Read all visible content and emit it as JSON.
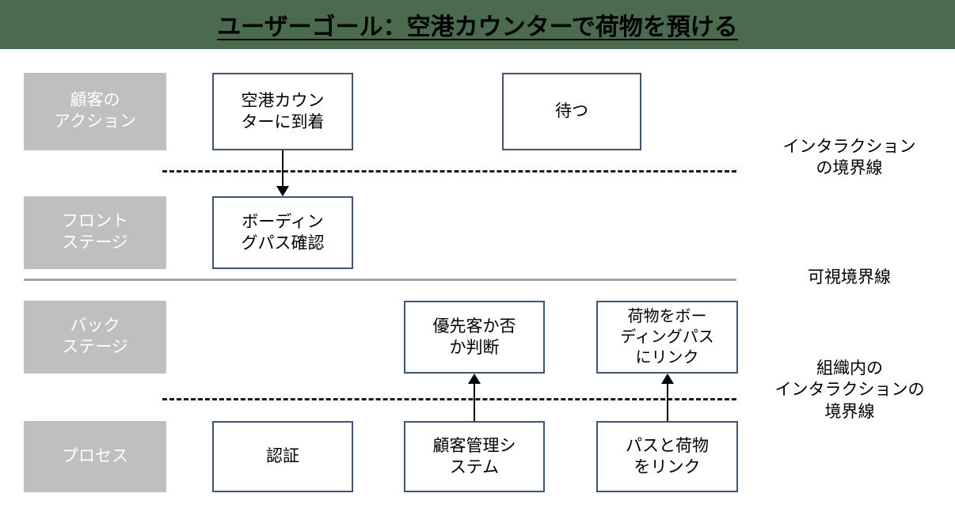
{
  "header": {
    "title": "ユーザーゴール：空港カウンターで荷物を預ける",
    "background_color": "#4a6b4e",
    "text_color": "#000000"
  },
  "theme": {
    "box_border_color": "#3f5573",
    "lane_label_color": "#bfbfbf",
    "lane_label_text_color": "#ffffff",
    "visibility_line_color": "#a6a6a6",
    "interaction_line_color": "#1a1a1a",
    "canvas_color": "#ffffff"
  },
  "lanes": [
    {
      "id": "customer-actions",
      "line1": "顧客の",
      "line2": "アクション"
    },
    {
      "id": "frontstage",
      "line1": "フロント",
      "line2": "ステージ"
    },
    {
      "id": "backstage",
      "line1": "バック",
      "line2": "ステージ"
    },
    {
      "id": "process",
      "line1": "プロセス",
      "line2": ""
    }
  ],
  "nodes": {
    "arrive_counter": {
      "line1": "空港カウン",
      "line2": "ターに到着",
      "line3": ""
    },
    "wait": {
      "line1": "待つ",
      "line2": "",
      "line3": ""
    },
    "check_boarding_pass": {
      "line1": "ボーディン",
      "line2": "グパス確認",
      "line3": ""
    },
    "priority_check": {
      "line1": "優先客か否",
      "line2": "か判断",
      "line3": ""
    },
    "link_bag_to_pass": {
      "line1": "荷物をボー",
      "line2": "ディングパス",
      "line3": "にリンク"
    },
    "authentication": {
      "line1": "認証",
      "line2": "",
      "line3": ""
    },
    "crm_system": {
      "line1": "顧客管理シ",
      "line2": "ステム",
      "line3": ""
    },
    "link_pass_bag": {
      "line1": "パスと荷物",
      "line2": "をリンク",
      "line3": ""
    }
  },
  "annotations": {
    "line_of_interaction": {
      "line1": "インタラクション",
      "line2": "の境界線",
      "line3": ""
    },
    "line_of_visibility": {
      "line1": "可視境界線",
      "line2": "",
      "line3": ""
    },
    "line_of_internal_interaction": {
      "line1": "組織内の",
      "line2": "インタラクションの",
      "line3": "境界線"
    }
  }
}
